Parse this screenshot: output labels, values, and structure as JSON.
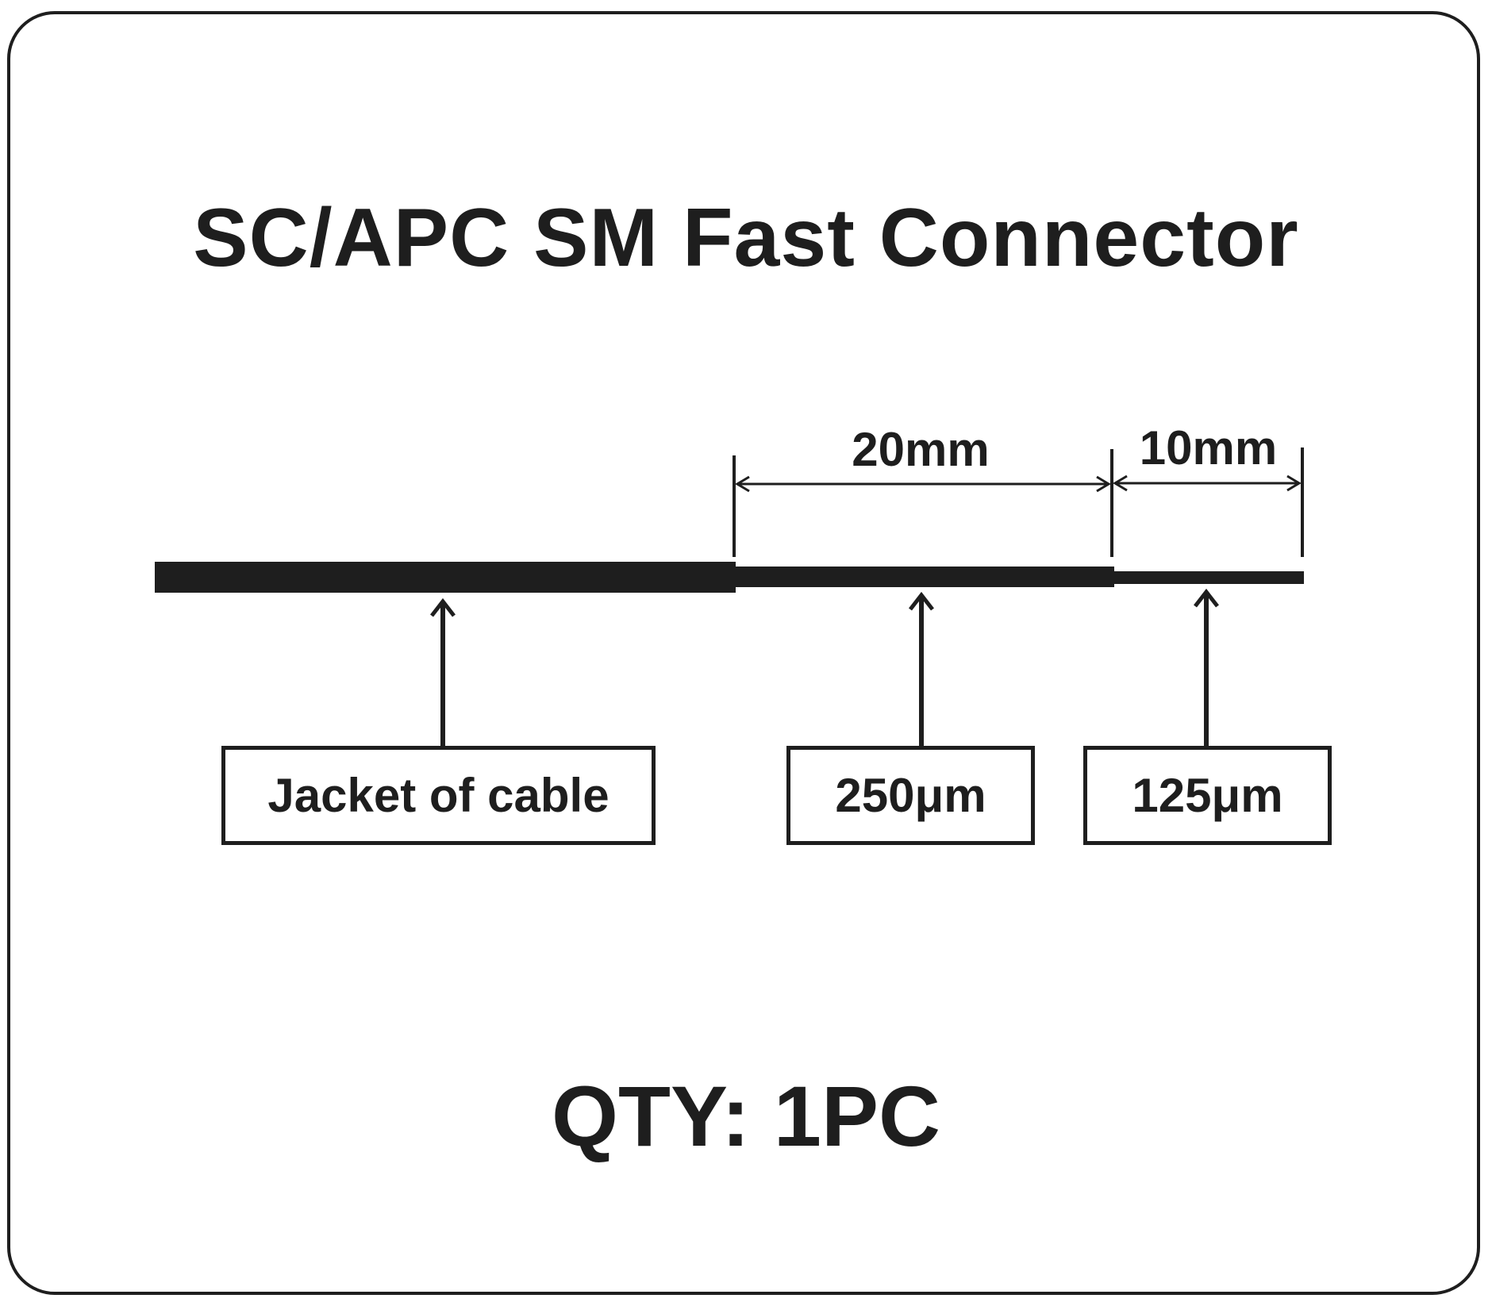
{
  "title": "SC/APC SM Fast Connector",
  "dimensions": {
    "coated_length": "20mm",
    "bare_length": "10mm"
  },
  "labels": {
    "jacket": "Jacket of cable",
    "coating": "250μm",
    "fiber": "125μm"
  },
  "quantity": "QTY: 1PC",
  "colors": {
    "ink": "#1e1e1e",
    "background": "#ffffff"
  }
}
